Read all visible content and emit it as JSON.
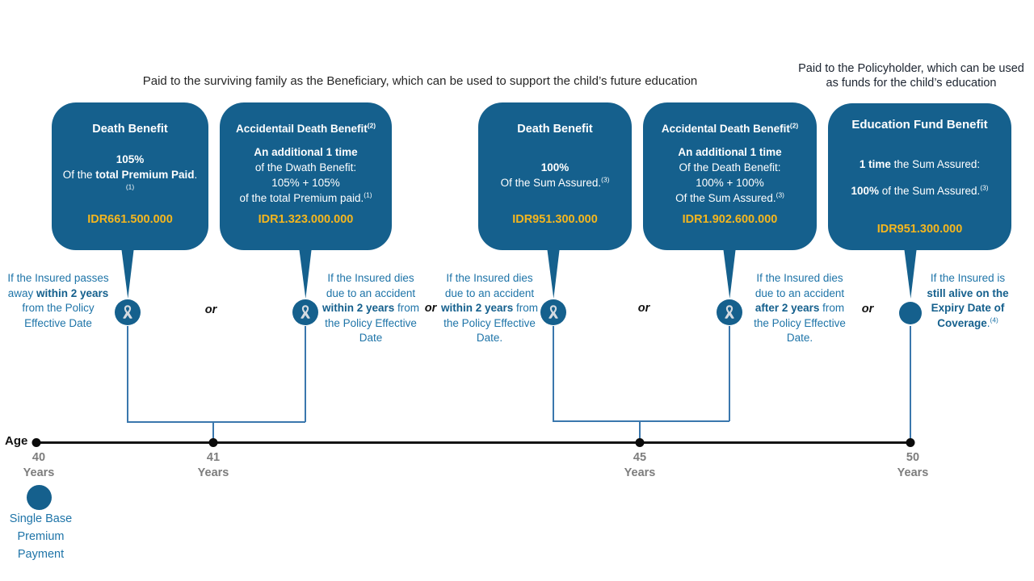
{
  "captions": {
    "left": "Paid to the surviving family as the Beneficiary, which can be used to support the child’s future education",
    "right": "Paid to the Policyholder, which can be used as funds for the child’s education"
  },
  "or_label": "or",
  "boxes": {
    "b1": {
      "title": "Death Benefit",
      "line1": "105%",
      "line2_pre": "Of the ",
      "line2_bold": "total Premium Paid",
      "line2_post": ".",
      "line2_sup": "(1)",
      "amount": "IDR661.500.000"
    },
    "b2": {
      "title": "Accidentail Death Benefit",
      "title_sup": "(2)",
      "line1": "An additional 1 time",
      "line2": "of the Dwath Benefit:",
      "line3": "105% + 105%",
      "line4": "of the total Premium paid.",
      "line4_sup": "(1)",
      "amount": "IDR1.323.000.000"
    },
    "b3": {
      "title": "Death Benefit",
      "line1": "100%",
      "line2": "Of the Sum Assured.",
      "line2_sup": "(3)",
      "amount": "IDR951.300.000"
    },
    "b4": {
      "title": "Accidental Death Benefit",
      "title_sup": "(2)",
      "line1": "An additional 1 time",
      "line2": "Of the Death Benefit:",
      "line3": "100% + 100%",
      "line4": "Of the Sum Assured.",
      "line4_sup": "(3)",
      "amount": "IDR1.902.600.000"
    },
    "b5": {
      "title": "Education Fund Benefit",
      "line1_bold": "1 time",
      "line1_rest": " the Sum Assured:",
      "line2_bold": "100%",
      "line2_rest": " of the Sum Assured.",
      "line2_sup": "(3)",
      "amount": "IDR951.300.000"
    }
  },
  "conditions": {
    "c1": {
      "pre": "If the Insured passes away ",
      "bold": "within 2 years",
      "post": " from the Policy Effective Date"
    },
    "c2": {
      "pre": "If the Insured dies due to an accident ",
      "bold": "within 2 years",
      "post": " from the Policy Effective Date"
    },
    "c3": {
      "pre": "If the Insured dies due to an accident ",
      "bold": "within 2 years",
      "post": " from the Policy Effective Date."
    },
    "c4": {
      "pre": "If the Insured dies due to an accident ",
      "bold": "after 2 years",
      "post": " from the Policy Effective Date."
    },
    "c5": {
      "pre": "If the Insured is ",
      "bold": "still alive on the Expiry Date of Coverage",
      "post": ".",
      "sup": "(4)"
    }
  },
  "timeline": {
    "age_label": "Age",
    "ticks": [
      {
        "num": "40",
        "unit": "Years"
      },
      {
        "num": "41",
        "unit": "Years"
      },
      {
        "num": "45",
        "unit": "Years"
      },
      {
        "num": "50",
        "unit": "Years"
      }
    ]
  },
  "premium": {
    "label": "Single Base Premium Payment"
  },
  "colors": {
    "box_blue": "#15608D",
    "amount_yellow": "#F5B61E",
    "condition_blue": "#1E74A8",
    "tick_gray": "#7D7D7D",
    "ribbon_gray": "#D5DBE1"
  }
}
